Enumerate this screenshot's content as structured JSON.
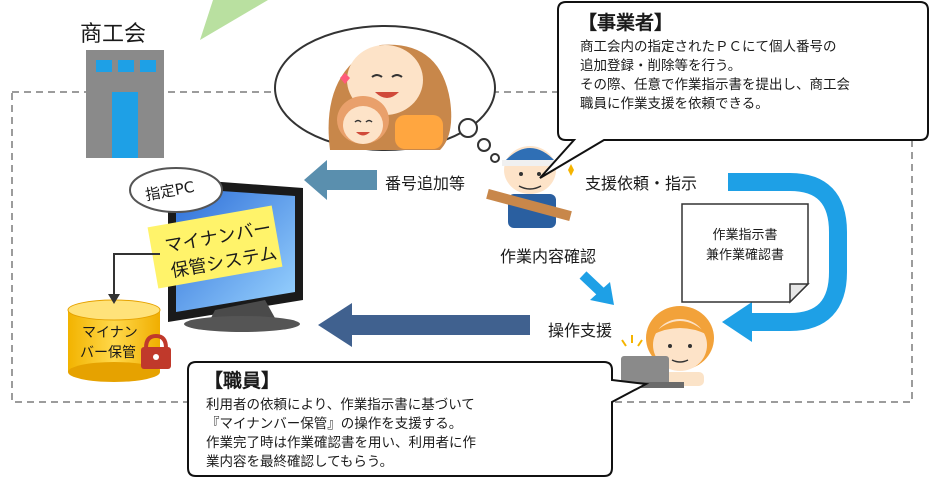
{
  "office": {
    "name": "商工会"
  },
  "pc": {
    "tag": "指定PC",
    "screen_line1": "マイナンバー",
    "screen_line2": "保管システム"
  },
  "storage": {
    "line1": "マイナン",
    "line2": "バー保管"
  },
  "flows": {
    "add_number": "番号追加等",
    "support_request": "支援依頼・指示",
    "check_content": "作業内容確認",
    "operation_support": "操作支援"
  },
  "document": {
    "line1": "作業指示書",
    "line2": "兼作業確認書"
  },
  "business_bubble": {
    "title": "【事業者】",
    "lines": [
      "商工会内の指定されたＰＣにて個人番号の",
      "追加登録・削除等を行う。",
      "その際、任意で作業指示書を提出し、商工会",
      "職員に作業支援を依頼できる。"
    ]
  },
  "staff_bubble": {
    "title": "【職員】",
    "lines": [
      "利用者の依頼により、作業指示書に基づいて",
      "『マイナンバー保管』の操作を支援する。",
      "作業完了時は作業確認書を用い、利用者に作",
      "業内容を最終確認してもらう。"
    ]
  },
  "colors": {
    "arrow_steel": "#5a8fae",
    "arrow_navy": "#40618f",
    "arrow_cyan": "#1ea0e6",
    "label_yellow": "#fff36a",
    "storage_yellow": "#f7c51c",
    "dashed_border": "#9c9c9c"
  }
}
